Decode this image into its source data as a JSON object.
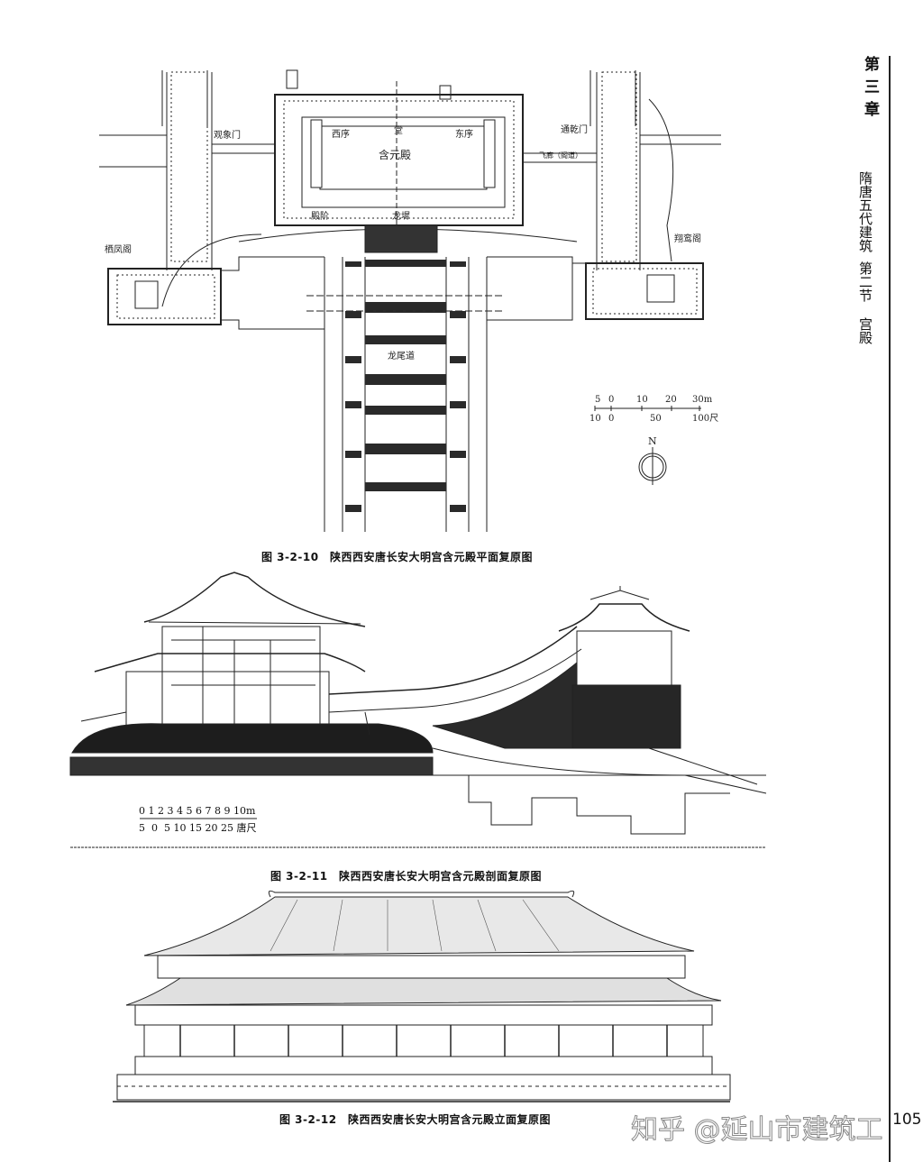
{
  "sidebar": {
    "chapter": "第三章",
    "chapter_title": "隋唐五代建筑",
    "section": "第二节",
    "section_title": "宫殿"
  },
  "figure1": {
    "caption": "图 3-2-10　陕西西安唐长安大明宫含元殿平面复原图",
    "labels": {
      "hall": "含元殿",
      "tang": "堂",
      "west_xu": "西序",
      "east_xu": "东序",
      "dianjie": "殿阶",
      "longchi": "龙墀",
      "guanxiang_gate": "观象门",
      "tongqian_gate": "通乾门",
      "feilang": "飞廊（阁道）",
      "qifeng_pavilion": "栖凤阁",
      "xiangluan_pavilion": "翔鸾阁",
      "longwei_dao": "龙尾道"
    },
    "scale_m": [
      "5",
      "0",
      "10",
      "20",
      "30m"
    ],
    "scale_chi": [
      "10",
      "0",
      "50",
      "100尺"
    ],
    "north": "N"
  },
  "figure2": {
    "caption": "图 3-2-11　陕西西安唐长安大明宫含元殿剖面复原图",
    "scale_m": "0 1 2 3 4 5 6 7 8 9 10m",
    "scale_chi": "5  0  5 10 15 20 25 唐尺"
  },
  "figure3": {
    "caption": "图 3-2-12　陕西西安唐长安大明宫含元殿立面复原图"
  },
  "watermark": "知乎 @延山市建筑工",
  "page_number": "105"
}
